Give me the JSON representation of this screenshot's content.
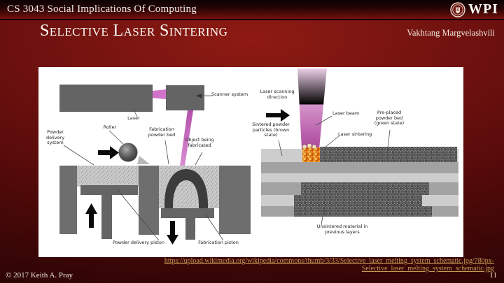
{
  "header": {
    "course_title": "CS 3043 Social Implications Of Computing",
    "logo_text": "WPI"
  },
  "slide": {
    "title": "Selective Laser Sintering",
    "author": "Vakhtang Margvelashvili"
  },
  "diagram": {
    "machine": {
      "scanner_system": "Scanner system",
      "laser": "Laser",
      "roller": "Roller",
      "powder_delivery_system": "Powder delivery system",
      "fabrication_powder_bed": "Fabrication powder bed",
      "object_being_fabricated": "Object being fabricated",
      "powder_delivery_piston": "Powder delivery piston",
      "fabrication_piston": "Fabrication piston"
    },
    "process": {
      "laser_scanning_direction": "Laser scanning direction",
      "laser_beam": "Laser beam",
      "pre_placed_powder_bed": "Pre-placed powder bed (green state)",
      "sintered_powder_particles": "Sintered powder particles (brown state)",
      "laser_sintering": "Laser sintering",
      "unsintered_material": "Unsintered material in previous layers"
    }
  },
  "footer": {
    "source_link_line1": "https://upload.wikimedia.org/wikipedia/commons/thumb/3/33/Selective_laser_melting_system_schematic.jpg/780px-",
    "source_link_line2": "Selective_laser_melting_system_schematic.jpg",
    "copyright": "© 2017 Keith A. Pray",
    "page_number": "11"
  },
  "colors": {
    "slide_red": "#741310",
    "link_gold": "#c49a55",
    "laser_magenta": "#c45ebc",
    "sinter_orange": "#e8831c"
  }
}
